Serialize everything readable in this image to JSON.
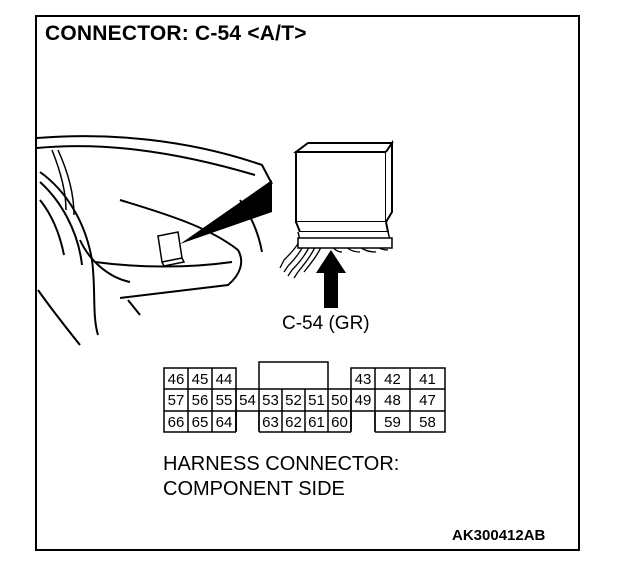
{
  "title": "CONNECTOR: C-54 <A/T>",
  "connector_callout": "C-54 (GR)",
  "description_line1": "HARNESS CONNECTOR:",
  "description_line2": "COMPONENT SIDE",
  "figure_code": "AK300412AB",
  "pins": {
    "row1": [
      "46",
      "45",
      "44",
      "43",
      "42",
      "41"
    ],
    "row2": [
      "57",
      "56",
      "55",
      "54",
      "53",
      "52",
      "51",
      "50",
      "49",
      "48",
      "47"
    ],
    "row3": [
      "66",
      "65",
      "64",
      "63",
      "62",
      "61",
      "60",
      "59",
      "58"
    ]
  }
}
